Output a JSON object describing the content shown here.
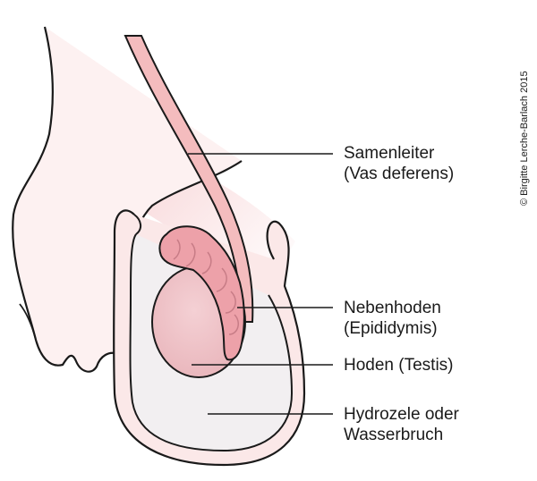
{
  "labels": {
    "samenleiter": {
      "line1": "Samenleiter",
      "line2": "(Vas deferens)"
    },
    "nebenhoden": {
      "line1": "Nebenhoden",
      "line2": "(Epididymis)"
    },
    "hoden": {
      "line1": "Hoden (Testis)"
    },
    "hydrozele": {
      "line1": "Hydrozele oder",
      "line2": "Wasserbruch"
    }
  },
  "copyright": "© Birgitte Lerche-Barlach 2015",
  "colors": {
    "skin": "#fbe6e6",
    "skin_gradient_fill": "#f6c9cc",
    "duct": "#f2b6b8",
    "testis": "#f1c3c7",
    "epididymis": "#eda3ab",
    "fluid": "#f2eff1",
    "outline": "#1a1a1a"
  }
}
